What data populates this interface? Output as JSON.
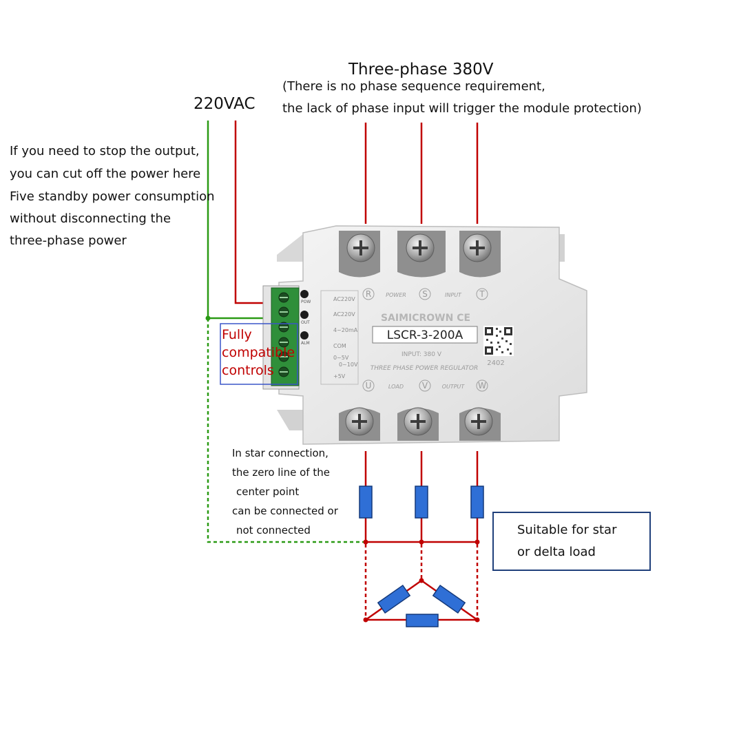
{
  "labels": {
    "three_phase_title": "Three-phase 380V",
    "phase_note_1": "(There is no phase sequence requirement,",
    "phase_note_2": "the lack of phase input will trigger the module protection)",
    "ac220_title": "220VAC",
    "stop_note": [
      "If you need to stop the output,",
      "you can cut off the power here",
      "Five standby power consumption",
      "without disconnecting the",
      "three-phase power"
    ],
    "controls_note": [
      "Fully",
      "compatible",
      "controls"
    ],
    "star_note": [
      "In star connection,",
      "the zero line of the",
      "center point",
      "can be connected or",
      "not connected"
    ],
    "load_box": [
      "Suitable for star",
      "or delta load"
    ]
  },
  "module": {
    "brand": "SAIMICROWN CE",
    "model": "LSCR-3-200A",
    "input_spec": "INPUT: 380 V",
    "subtitle": "THREE PHASE POWER REGULATOR",
    "batch": "2402",
    "top_terminals": [
      "R",
      "S",
      "T"
    ],
    "top_caption": [
      "POWER",
      "INPUT"
    ],
    "bottom_terminals": [
      "U",
      "V",
      "W"
    ],
    "bottom_caption": [
      "LOAD",
      "OUTPUT"
    ],
    "leds": [
      "POW",
      "OUT",
      "ALM"
    ],
    "control_labels": [
      "AC220V",
      "AC220V",
      "4~20mA",
      "COM",
      "0~5V",
      "0~10V",
      "+5V"
    ]
  },
  "colors": {
    "phase_wire": "#c00000",
    "neutral_wire": "#2a9a14",
    "resistor": "#2f6fd6",
    "box_border": "#1f3f7a"
  }
}
